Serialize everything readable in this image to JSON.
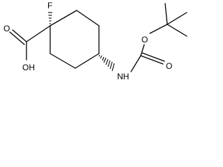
{
  "diagram": {
    "type": "chemical-structure",
    "atoms": {
      "fluorine": "F",
      "hydroxyl": "OH",
      "carbonyl_oxygen_acid": "O",
      "amine": "NH",
      "carbonyl_oxygen_carbamate": "O",
      "ester_oxygen": "O"
    },
    "colors": {
      "stroke": "#000000",
      "background": "#ffffff"
    }
  }
}
